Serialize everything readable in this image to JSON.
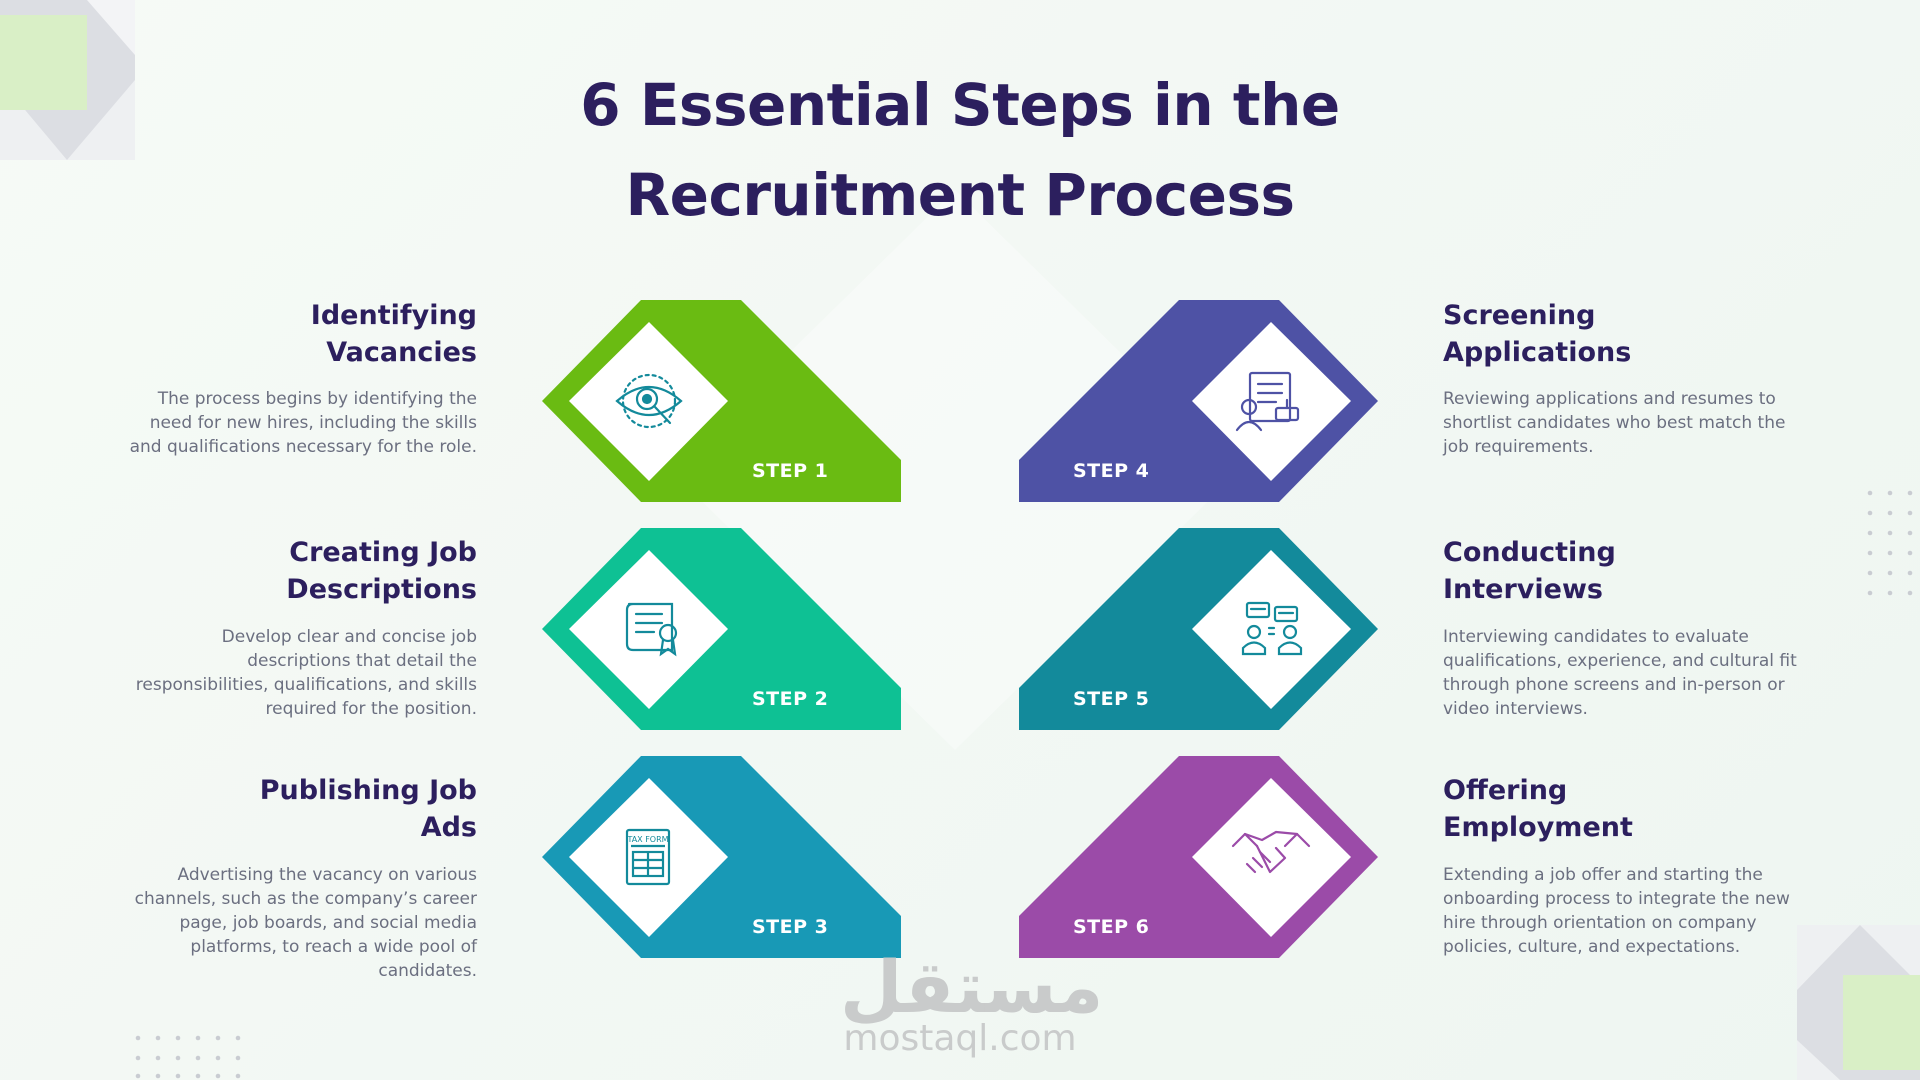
{
  "title": {
    "line1": "6 Essential Steps in the",
    "line2": "Recruitment Process"
  },
  "steps": [
    {
      "label": "STEP 1",
      "heading_line1": "Identifying",
      "heading_line2": "Vacancies",
      "description": "The process begins by identifying the need for new hires, including the skills and qualifications necessary for the role.",
      "color": "#6abb12",
      "icon": "eye-search-icon"
    },
    {
      "label": "STEP 2",
      "heading_line1": "Creating Job",
      "heading_line2": "Descriptions",
      "description": "Develop clear and concise job descriptions that detail the responsibilities, qualifications, and skills required for the position.",
      "color": "#0ec194",
      "icon": "certificate-scroll-icon"
    },
    {
      "label": "STEP 3",
      "heading_line1": "Publishing Job",
      "heading_line2": "Ads",
      "description": "Advertising the vacancy on various channels, such as the company’s career page, job boards, and social media platforms, to reach a wide pool of candidates.",
      "color": "#1899b6",
      "icon": "tax-form-icon",
      "icon_text": "TAX FORM"
    },
    {
      "label": "STEP 4",
      "heading_line1": "Screening",
      "heading_line2": "Applications",
      "description": "Reviewing applications and resumes to shortlist candidates who best match the job requirements.",
      "color": "#4e52a5",
      "icon": "resume-review-icon"
    },
    {
      "label": "STEP 5",
      "heading_line1": "Conducting",
      "heading_line2": "Interviews",
      "description": "Interviewing candidates to evaluate qualifications, experience, and cultural fit through phone screens and in-person or video interviews.",
      "color": "#138a9b",
      "icon": "interview-chat-icon"
    },
    {
      "label": "STEP 6",
      "heading_line1": "Offering",
      "heading_line2": "Employment",
      "description": "Extending a job offer and starting the onboarding process to integrate the new hire through orientation on company policies, culture, and expectations.",
      "color": "#9b4ba8",
      "icon": "handshake-icon"
    }
  ],
  "watermark": {
    "arabic": "مستقل",
    "domain": "mostaql.com"
  },
  "colors": {
    "title": "#2c1f5e",
    "body_text": "#6b6f80",
    "deco_green": "#d9efc6",
    "deco_gray": "#d5d8de"
  }
}
